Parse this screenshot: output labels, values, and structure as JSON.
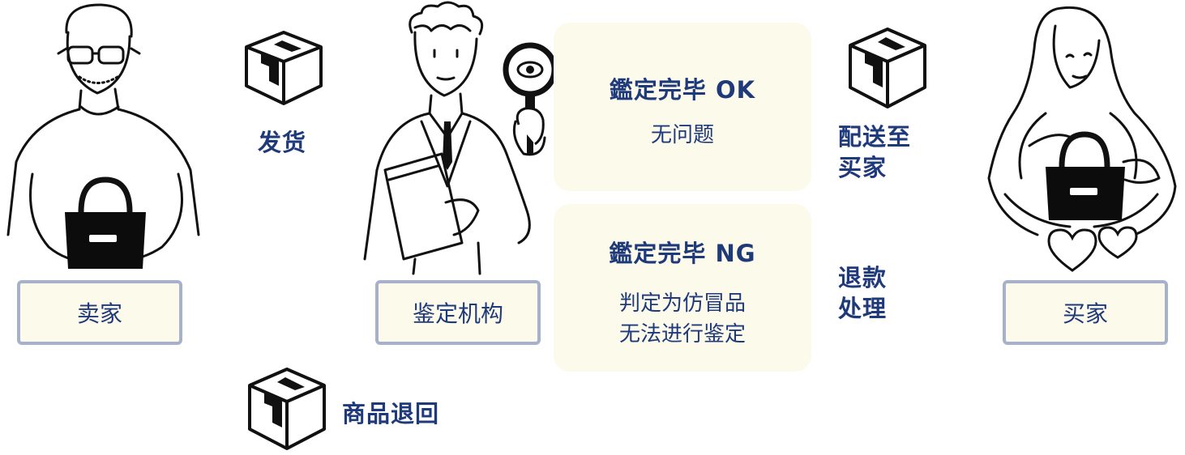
{
  "nodes": {
    "seller": "卖家",
    "authenticator": "鉴定机构",
    "buyer": "买家"
  },
  "steps": {
    "ship": "发货",
    "return": "商品退回",
    "deliver_line1": "配送至",
    "deliver_line2": "买家",
    "refund_line1": "退款",
    "refund_line2": "处理"
  },
  "results": {
    "ok": {
      "title": "鑑定完毕 OK",
      "desc": "无问题"
    },
    "ng": {
      "title": "鑑定完毕 NG",
      "desc_line1": "判定为仿冒品",
      "desc_line2": "无法进行鉴定"
    }
  },
  "colors": {
    "text": "#1f3a7a",
    "box_fill": "#fcfaea",
    "box_border": "#a7b1c9"
  },
  "icons": [
    "package-icon",
    "magnifier-icon",
    "handbag-icon",
    "heart-icon"
  ]
}
